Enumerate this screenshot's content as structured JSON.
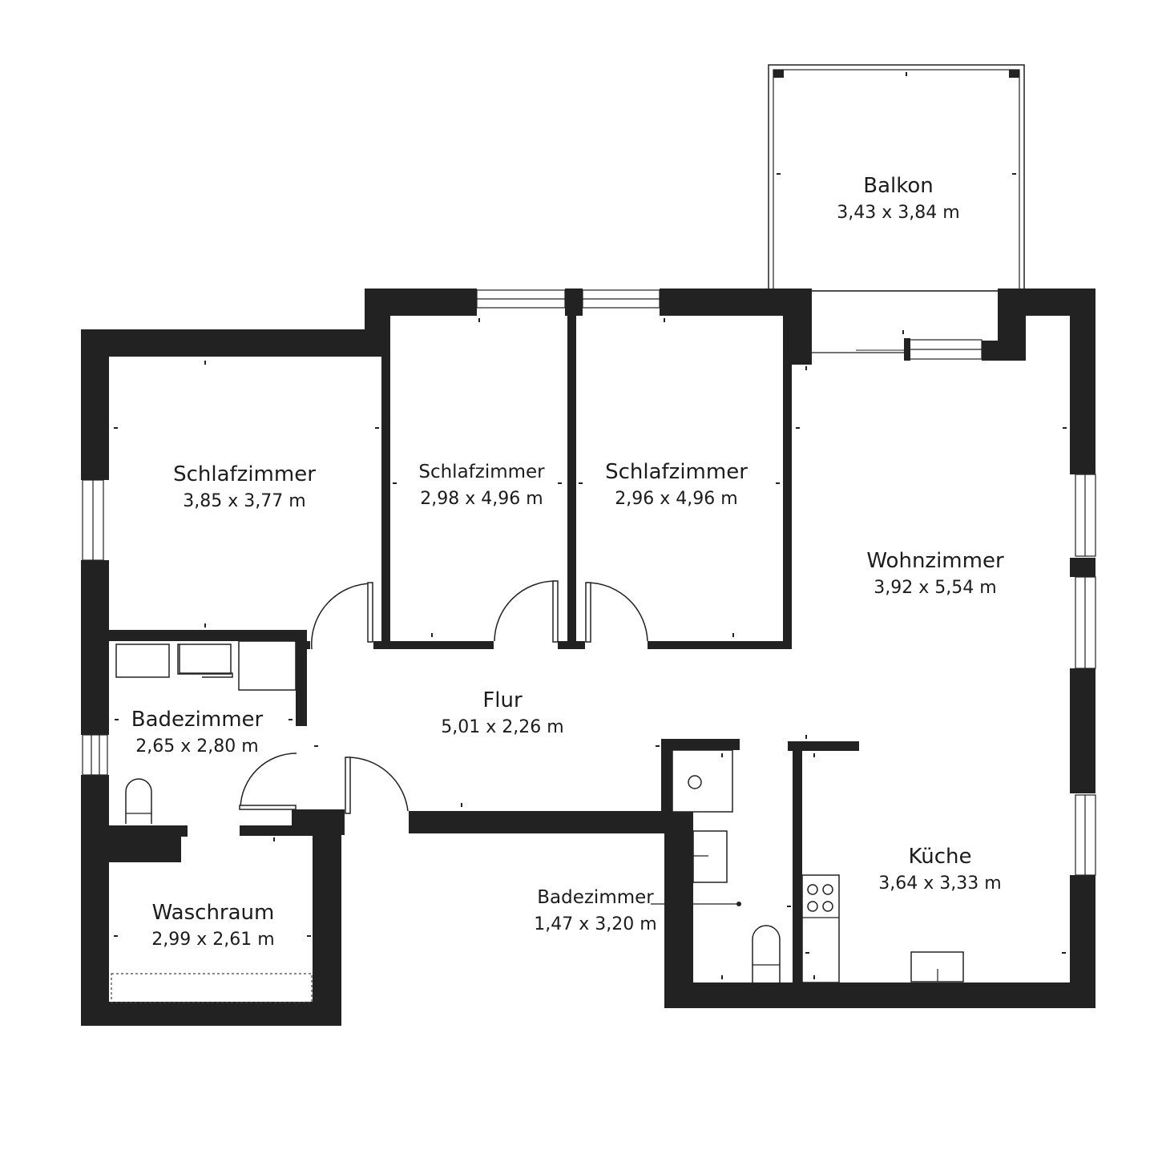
{
  "plan": {
    "type": "floor-plan",
    "units": "m",
    "colors": {
      "wall": "#222222",
      "background": "#ffffff"
    }
  },
  "rooms": [
    {
      "id": "balkon",
      "name": "Balkon",
      "dims": "3,43 x 3,84 m"
    },
    {
      "id": "schlafzimmer-1",
      "name": "Schlafzimmer",
      "dims": "3,85 x 3,77 m"
    },
    {
      "id": "schlafzimmer-2",
      "name": "Schlafzimmer",
      "dims": "2,98 x 4,96 m"
    },
    {
      "id": "schlafzimmer-3",
      "name": "Schlafzimmer",
      "dims": "2,96 x 4,96 m"
    },
    {
      "id": "wohnzimmer",
      "name": "Wohnzimmer",
      "dims": "3,92 x 5,54 m"
    },
    {
      "id": "flur",
      "name": "Flur",
      "dims": "5,01 x 2,26 m"
    },
    {
      "id": "badezimmer-1",
      "name": "Badezimmer",
      "dims": "2,65 x 2,80 m"
    },
    {
      "id": "waschraum",
      "name": "Waschraum",
      "dims": "2,99 x 2,61 m"
    },
    {
      "id": "badezimmer-2",
      "name": "Badezimmer",
      "dims": "1,47 x 3,20 m"
    },
    {
      "id": "kueche",
      "name": "Küche",
      "dims": "3,64 x 3,33 m"
    }
  ]
}
